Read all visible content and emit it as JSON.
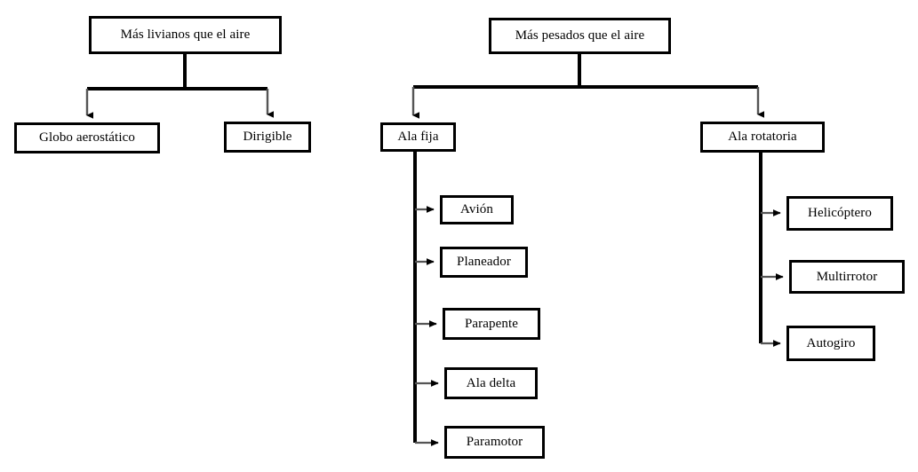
{
  "diagram": {
    "title_left": "Más livianos que el aire",
    "title_right": "Más pesados que el aire",
    "nodes": {
      "mas_livianos": "Más livianos que el aire",
      "globo": "Globo aerostático",
      "dirigible": "Dirigible",
      "mas_pesados": "Más pesados que el aire",
      "ala_fija": "Ala fija",
      "ala_rotatoria": "Ala rotatoria",
      "avion": "Avión",
      "planeador": "Planeador",
      "parapente": "Parapente",
      "ala_delta": "Ala delta",
      "paramotor": "Paramotor",
      "helicoptero": "Helicóptero",
      "multirrotor": "Multirrotor",
      "autogiro": "Autogiro"
    },
    "colors": {
      "background": "#ffffff",
      "box_border": "#000000",
      "text": "#000000",
      "connector": "#000000"
    }
  }
}
